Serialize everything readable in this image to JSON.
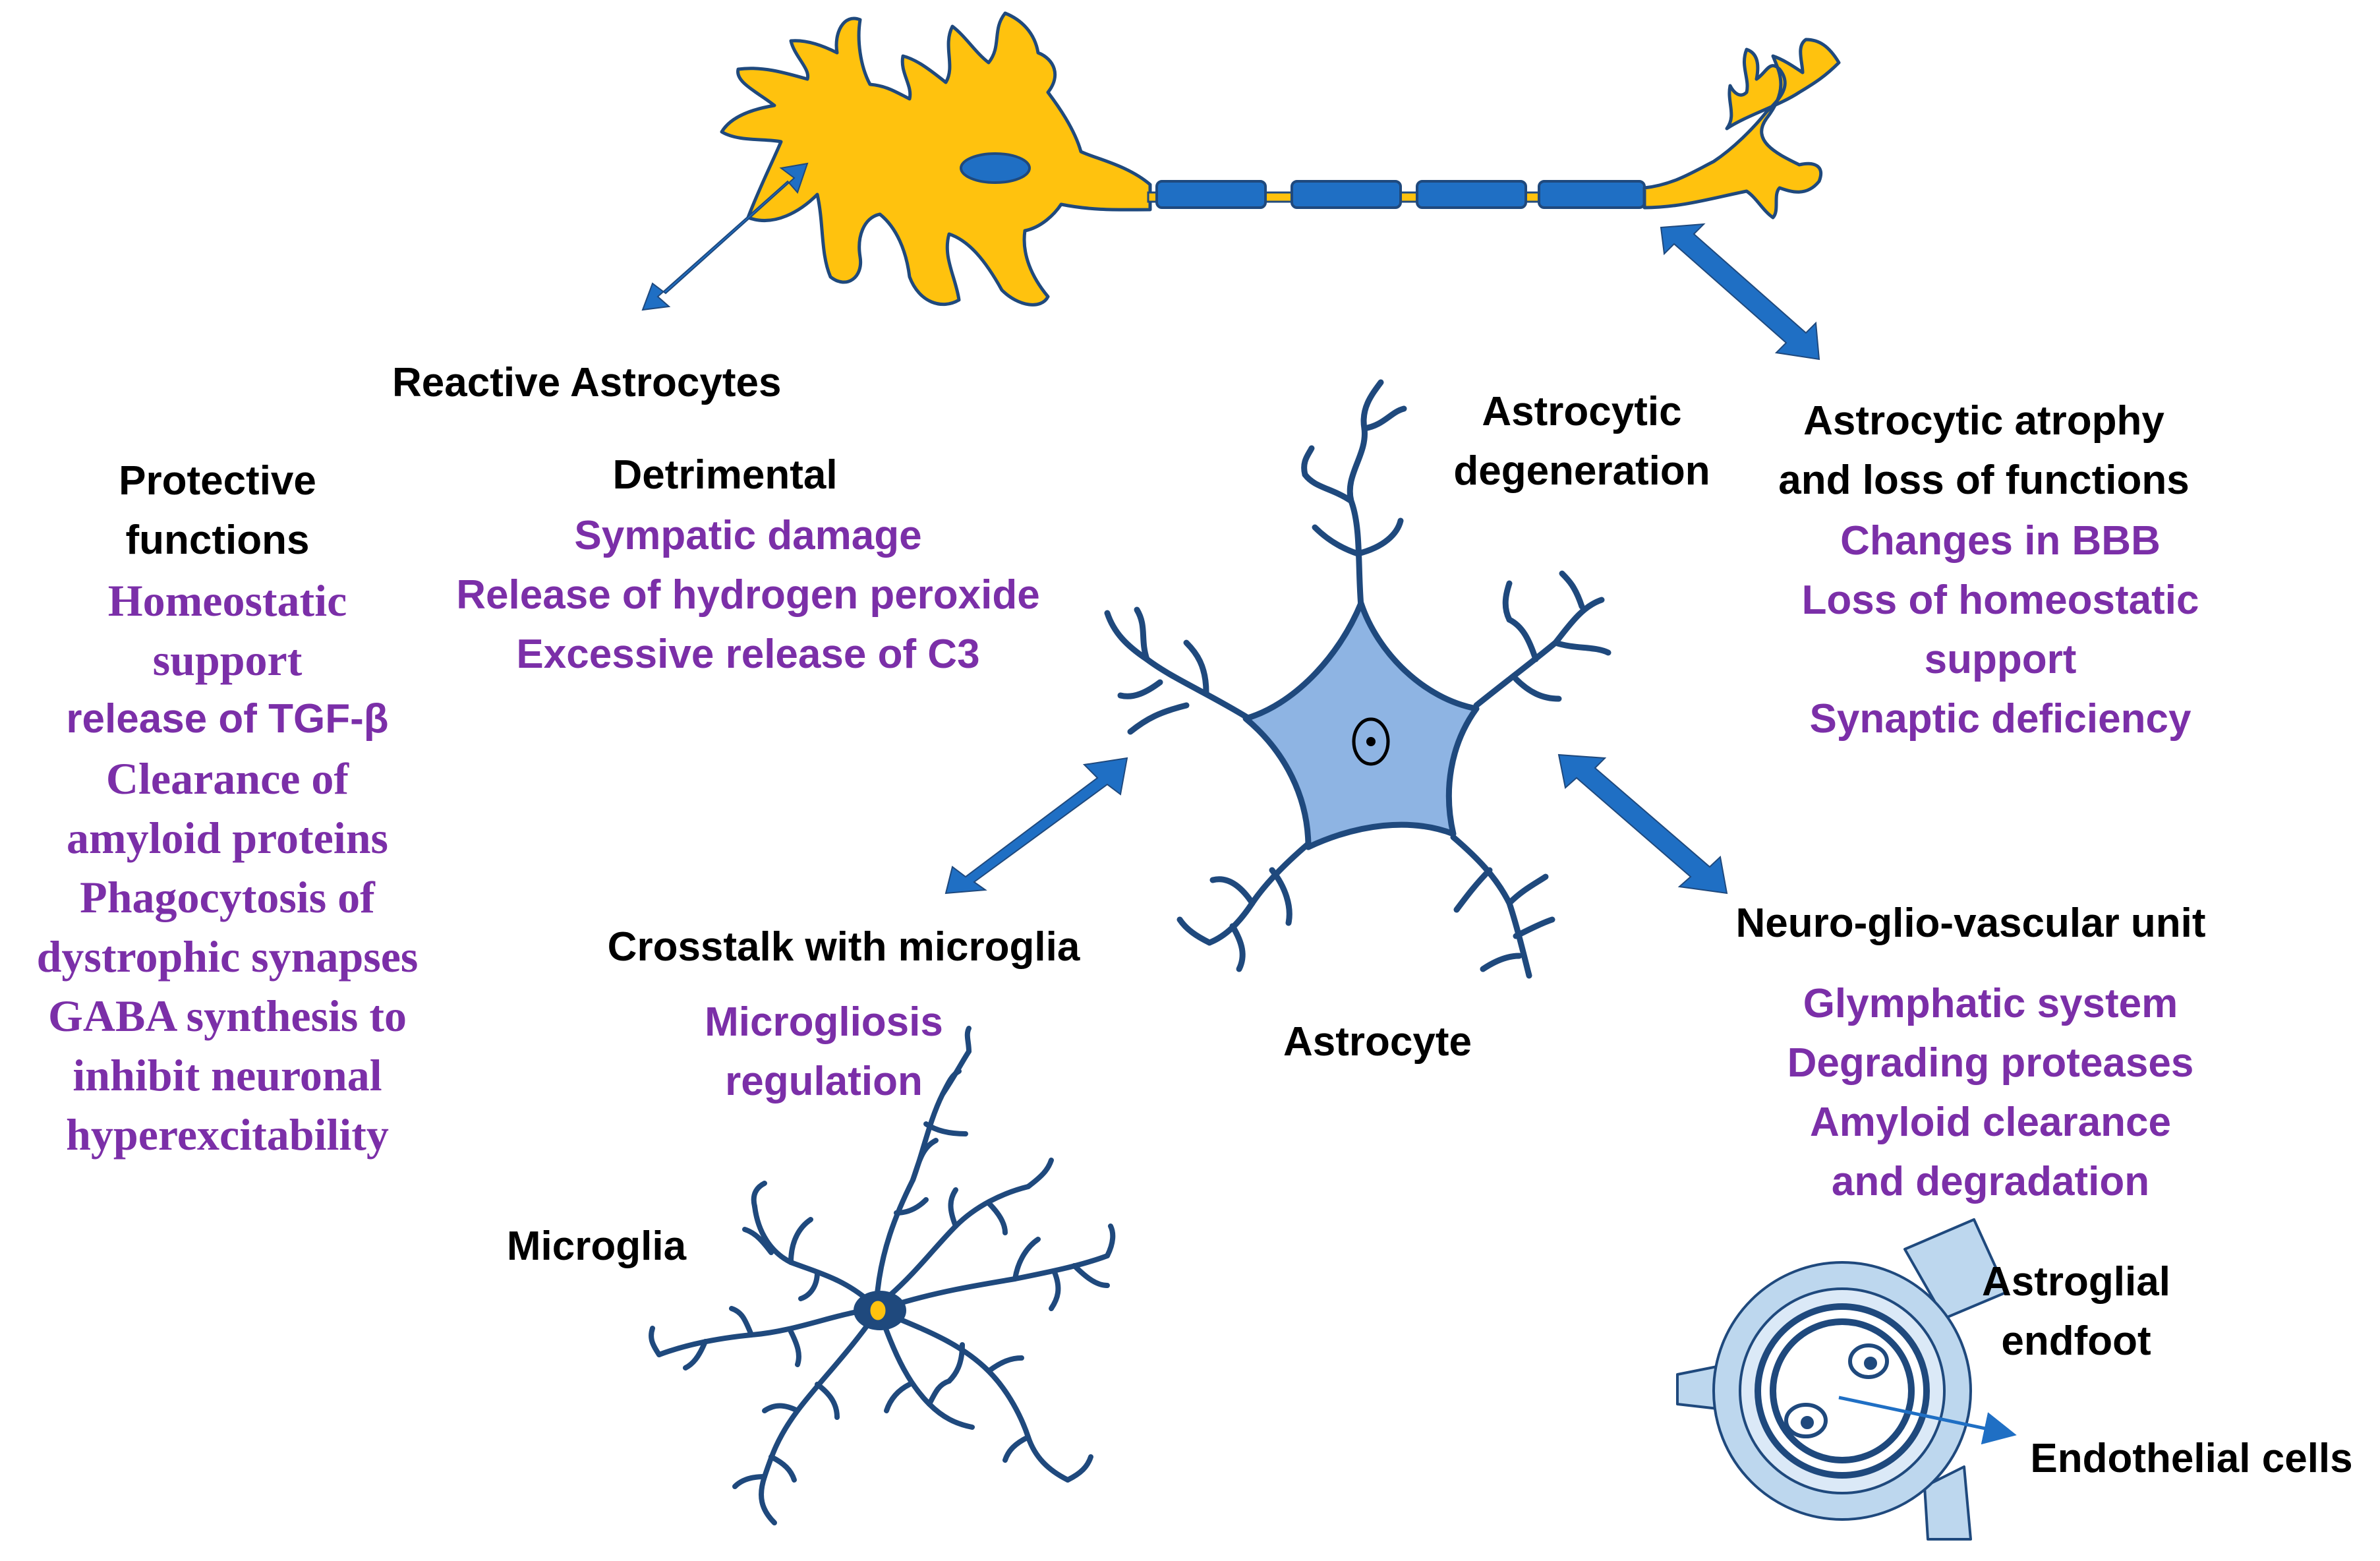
{
  "colors": {
    "neuron_fill": "#ffc20e",
    "cell_outline": "#1f497d",
    "arrow": "#1f6fc4",
    "astrocyte_fill": "#8eb4e3",
    "heading_text": "#000000",
    "detail_text": "#7b2fa8",
    "endfoot_light": "#bdd7ee",
    "microglia_nucleus": "#ffc20e"
  },
  "icons": [
    "neuron-illustration",
    "astrocyte-illustration",
    "microglia-illustration",
    "endfoot-illustration",
    "double-arrow-icon"
  ],
  "labels": {
    "reactive_astrocytes": "Reactive Astrocytes",
    "protective_title": [
      "Protective",
      "functions"
    ],
    "protective_items": [
      "Homeostatic",
      "support",
      "release of TGF-β",
      "Clearance of",
      "amyloid proteins",
      "Phagocytosis of",
      "dystrophic synapses",
      "GABA synthesis to",
      "inhibit neuronal",
      "hyperexcitability"
    ],
    "detrimental_title": "Detrimental",
    "detrimental_items": [
      "Sympatic damage",
      "Release of hydrogen peroxide",
      "Excessive release of C3"
    ],
    "degeneration": [
      "Astrocytic",
      "degeneration"
    ],
    "atrophy_title": [
      "Astrocytic atrophy",
      "and loss of functions"
    ],
    "atrophy_items": [
      "Changes in BBB",
      "Loss of homeostatic",
      "support",
      "Synaptic deficiency"
    ],
    "astrocyte": "Astrocyte",
    "crosstalk_title": "Crosstalk with microglia",
    "crosstalk_items": [
      "Microgliosis",
      "regulation"
    ],
    "microglia": "Microglia",
    "ngv_title": "Neuro-glio-vascular unit",
    "ngv_items": [
      "Glymphatic system",
      "Degrading proteases",
      "Amyloid clearance",
      "and degradation"
    ],
    "endfoot": [
      "Astroglial",
      "endfoot"
    ],
    "endothelial": "Endothelial cells"
  }
}
